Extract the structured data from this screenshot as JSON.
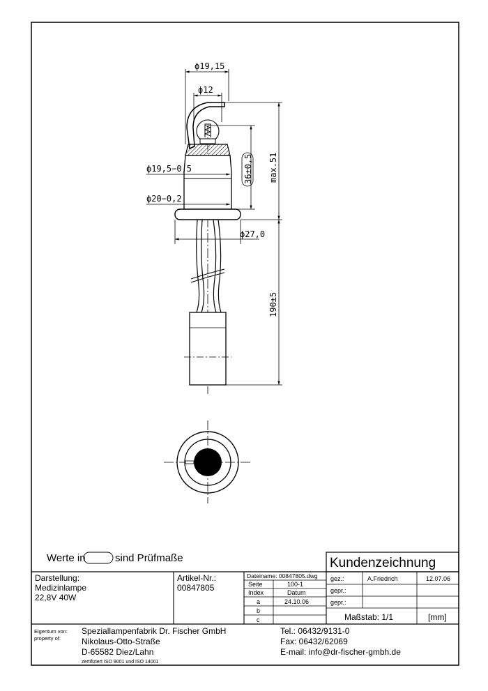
{
  "dimensions": {
    "d_top_outer": "ϕ19,15",
    "d_top_inner": "ϕ12",
    "d_body": "ϕ19,5−0,5",
    "d_base": "ϕ20−0,2",
    "d_flange": "ϕ27,0",
    "h_36": "36±0,5",
    "h_max": "max.51",
    "l_cable": "190±5"
  },
  "werte": {
    "prefix": "Werte in",
    "suffix": "sind Prüfmaße"
  },
  "title": "Kundenzeichnung",
  "darstellung": {
    "label": "Darstellung:",
    "line1": "Medizinlampe",
    "line2": "22,8V 40W"
  },
  "artikel": {
    "label": "Artikel-Nr.:",
    "value": "00847805"
  },
  "file": {
    "dateiname": "Dateiname: 00847805.dwg",
    "seite_label": "Seite",
    "seite_value": "100-1",
    "index_label": "Index",
    "datum_label": "Datum",
    "rows": [
      {
        "index": "a",
        "datum": "24.10.06"
      },
      {
        "index": "b",
        "datum": ""
      },
      {
        "index": "c",
        "datum": ""
      }
    ]
  },
  "signatures": {
    "gez_label": "gez.:",
    "gez_name": "A.Friedrich",
    "gez_date": "12.07.06",
    "gepr1_label": "gepr.:",
    "gepr2_label": "gepr.:"
  },
  "massstab": "Maßstab: 1/1",
  "unit": "[mm]",
  "owner": {
    "label1": "Eigentum von:",
    "label2": "property of:",
    "company": "Speziallampenfabrik Dr. Fischer GmbH",
    "street": "Nikolaus-Otto-Straße",
    "city": "D-65582 Diez/Lahn",
    "iso": "zertifiziert ISO 9001 und ISO 14001"
  },
  "contact": {
    "tel": "Tel.: 06432/9131-0",
    "fax": "Fax: 06432/62069",
    "email": "E-mail: info@dr-fischer-gmbh.de"
  }
}
